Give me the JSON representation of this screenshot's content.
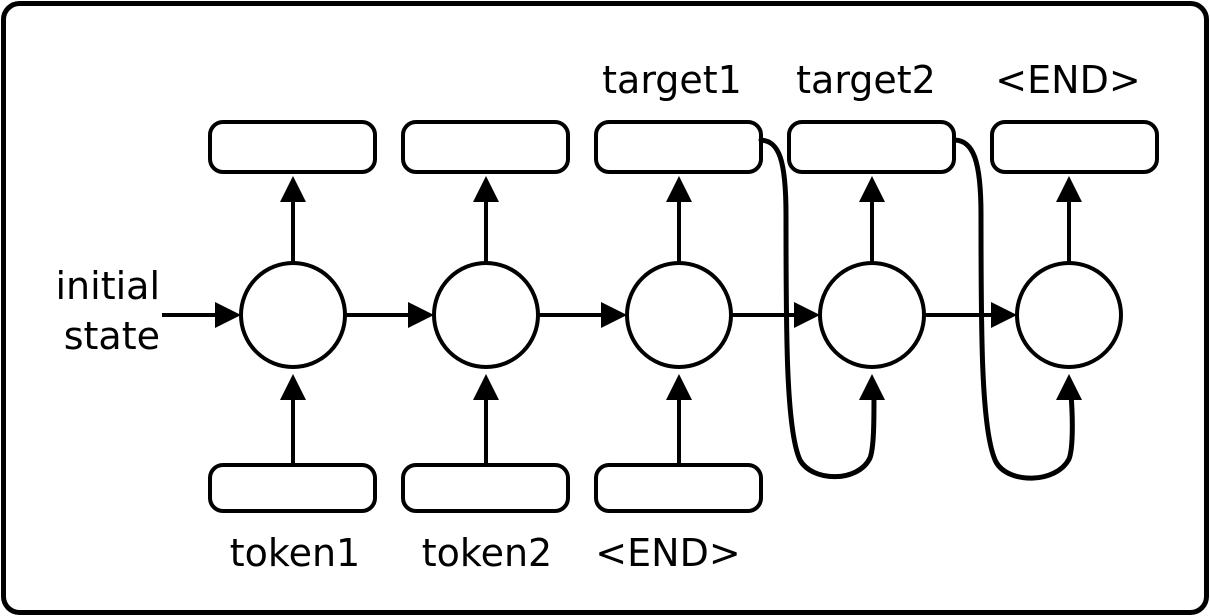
{
  "diagram": {
    "title": "seq2seq rnn unrolled encoder-decoder",
    "frame": {
      "stroke_color": "#000000",
      "fill_color": "#ffffff"
    },
    "initial_state_label": {
      "line1": "initial",
      "line2": "state"
    },
    "output_labels": [
      {
        "id": "out1",
        "text": ""
      },
      {
        "id": "out2",
        "text": ""
      },
      {
        "id": "out3",
        "text": "target1"
      },
      {
        "id": "out4",
        "text": "target2"
      },
      {
        "id": "out5",
        "text": "<END>"
      }
    ],
    "input_labels": [
      {
        "id": "in1",
        "text": "token1"
      },
      {
        "id": "in2",
        "text": "token2"
      },
      {
        "id": "in3",
        "text": "<END>"
      },
      {
        "id": "in4",
        "text": ""
      },
      {
        "id": "in5",
        "text": ""
      }
    ],
    "cells": [
      {
        "id": "cell1",
        "label": ""
      },
      {
        "id": "cell2",
        "label": ""
      },
      {
        "id": "cell3",
        "label": ""
      },
      {
        "id": "cell4",
        "label": ""
      },
      {
        "id": "cell5",
        "label": ""
      }
    ],
    "feedback_connections": [
      {
        "from": "out3",
        "to": "cell4"
      },
      {
        "from": "out4",
        "to": "cell5"
      }
    ],
    "colors": {
      "stroke": "#000000",
      "background": "#ffffff"
    }
  }
}
